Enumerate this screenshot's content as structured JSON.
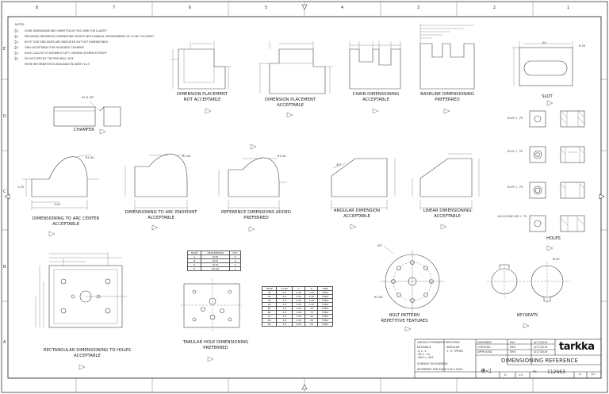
{
  "zone_numbers": [
    "8",
    "7",
    "6",
    "5",
    "4",
    "3",
    "2",
    "1"
  ],
  "zone_letters": [
    "E",
    "D",
    "C",
    "B",
    "A"
  ],
  "notes": {
    "heading": "NOTES:",
    "items": [
      "SOME DIMENSIONS ARE OMMITTED IN THIS VIEW FOR CLARITY",
      "PROVIDING REFERENCE DIMENSIONS ASSISTS WITH MANUAL PROGRAMMING OF A CNC TOOLPATH",
      "NOTE THAT END-SIDES ARE INDICATED BUT NOT DIMENSIONED",
      "ONLY ACCEPTABLE FOR IN DEGREE CHAMFER",
      "HOLE CALLOUT IS SHOWN AT LEFT, MISSING SHOWN AT RIGHT",
      "DO NOT SPECIFY THE PRE DRILL SIZE",
      "MORE INFORMATION IS AVAILABLE IN ASME Y14.5"
    ]
  },
  "captions": {
    "placement_bad": [
      "DIMENSION PLACEMENT",
      "NOT ACCEPTABLE"
    ],
    "placement_good": [
      "DIMENSION PLACEMENT",
      "ACCEPTABLE"
    ],
    "chain": [
      "CHAIN DIMENSIONING",
      "ACCEPTABLE"
    ],
    "baseline": [
      "BASELINE DIMENSIONING",
      "PREFERRED"
    ],
    "slot": [
      "SLOT"
    ],
    "chamfer": [
      "CHAMFER"
    ],
    "arc_center": [
      "DIMENSIONING TO ARC CENTER",
      "ACCEPTABLE"
    ],
    "arc_endpoint": [
      "DIMENSIONING TO ARC ENDPOINT",
      "ACCEPTABLE"
    ],
    "reference": [
      "REFERENCE DIMENSIONS ADDED",
      "PREFERRED"
    ],
    "angular": [
      "ANGULAR DIMENSION",
      "ACCEPTABLE"
    ],
    "linear": [
      "LINEAR DIMENSIONING",
      "ACCEPTABLE"
    ],
    "holes": [
      "HOLES"
    ],
    "rect_holes": [
      "RECTANGULAR DIMENSIONING TO HOLES",
      "ACCEPTABLE"
    ],
    "tabular": [
      "TABULAR HOLE DIMENSIONING",
      "PREFERRED"
    ],
    "bolt": [
      "BOLT PATTERN",
      "REPETITIVE FEATURES"
    ],
    "keyseats": [
      "KEYSEATS"
    ]
  },
  "dims": {
    "chamfer": ".25 X 45°",
    "arc_r1": "R1.00",
    "arc_r2": "R1.00",
    "arc_r3": "R1.00",
    "angle": "30°",
    "hole1": "Ø.25 ▽ .75",
    "hole2": "Ø.25 ▽ .75",
    "hole3": "Ø.25 ▽ .75",
    "hole4": "1/4-20 UNC-2B ▽ .75",
    "bolt_r": "R1.00",
    "bolt_ang": "45°",
    "keyseat": "Ø.50",
    "slot_w": ".50",
    "slot_r": "R.25",
    "len": "3.00",
    "h": "1.50"
  },
  "hole_table": {
    "headers": [
      "HOLE",
      "DESCRIPTION",
      "QTY"
    ],
    "rows": [
      [
        "A",
        "Ø.25",
        "4"
      ],
      [
        "B",
        "Ø.50",
        "2"
      ],
      [
        "C",
        "Ø.75",
        "1"
      ],
      [
        "D",
        "Ø1.00",
        "1"
      ]
    ]
  },
  "coord_table": {
    "headers": [
      "HOLE",
      "X LOC",
      "Y",
      "Z",
      "SIZE"
    ],
    "rows": [
      [
        "A1",
        "0.5",
        "0.50",
        "1.25",
        "THRU"
      ],
      [
        "A2",
        "0.5",
        "2.50",
        "1.25",
        "THRU"
      ],
      [
        "A3",
        "1.5",
        "0.50",
        "1.25",
        "THRU"
      ],
      [
        "A4",
        "1.5",
        "2.50",
        "1.25",
        "THRU"
      ],
      [
        "B1",
        "1.0",
        "1.00",
        ".75",
        "THRU"
      ],
      [
        "B2",
        "2.0",
        "1.00",
        ".75",
        "THRU"
      ],
      [
        "C1",
        "2.5",
        "1.50",
        ".50",
        "THRU"
      ],
      [
        "D1",
        "3.0",
        "1.50",
        ".50",
        "THRU"
      ],
      [
        "D2",
        "3.5",
        "2.00",
        ".50",
        "THRU"
      ]
    ]
  },
  "title_block": {
    "unless": "UNLESS OTHERWISE SPECIFIED:",
    "decimals_label": "DECIMALS",
    "decimals_vals": [
      ".X ± .1",
      ".XX ± .01",
      ".XXX ± .005"
    ],
    "angular_label": "ANGULAR",
    "angular_val": "± .5° (PRIM)",
    "surface": "SURFACE ROUGHNESS:",
    "interpret": "INTERPRET PER ASME Y14.5 2009",
    "designed": "DESIGNED",
    "checked": "CHECKED",
    "approved": "APPROVED",
    "designed_by": "FAO",
    "checked_by": "ERH",
    "approved_by": "ERH",
    "designed_date": "4/17/2019",
    "checked_date": "4/17/2019",
    "approved_date": "4/17/2019",
    "logo": "tarkka",
    "drawing_title": "DIMENSIONING REFERENCE",
    "size": "D",
    "scale": "1:3",
    "part_no_label": "PN",
    "part_no": "112663",
    "rev": "A",
    "sheet": "1/1"
  }
}
